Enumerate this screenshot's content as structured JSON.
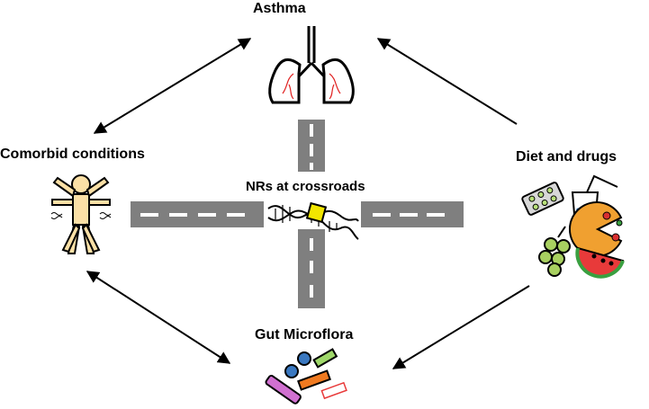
{
  "labels": {
    "asthma": "Asthma",
    "comorbid": "Comorbid conditions",
    "diet": "Diet and drugs",
    "gut": "Gut Microflora",
    "center": "NRs at crossroads"
  },
  "colors": {
    "road": "#7f7f7f",
    "road_dash": "#ffffff",
    "arrow": "#000000",
    "lung_vessel": "#e02020",
    "dna_highlight": "#f2e600",
    "human_fill": "#fbe0a6",
    "pill_green": "#b8e07a",
    "cup_blue": "#3b7ec2",
    "grape": "#a8d060",
    "pizza": "#f0a030",
    "pepperoni": "#d83030",
    "watermelon_red": "#e83a3a",
    "watermelon_rind": "#3aa040",
    "bact_blue": "#3a78c0",
    "bact_orange": "#f07a20",
    "bact_magenta": "#d070d0",
    "bact_green": "#9fd86a",
    "bact_red": "#e83a3a"
  },
  "icons": {
    "asthma": "lungs-icon",
    "comorbid": "human-figure-icon",
    "diet": "food-and-drugs-icon",
    "gut": "bacteria-icon",
    "center": "dna-receptor-icon"
  }
}
